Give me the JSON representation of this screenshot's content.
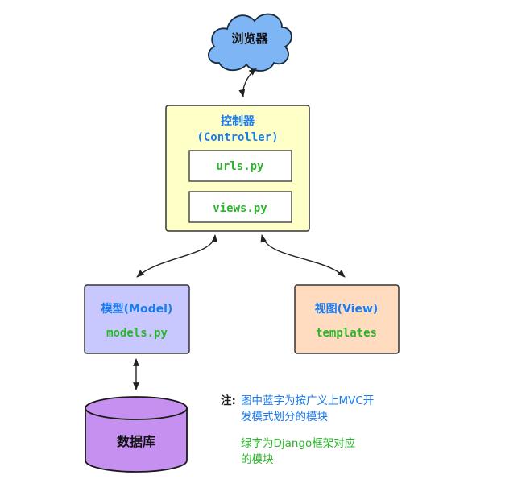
{
  "colors": {
    "blue_text": "#1a7cf2",
    "green_text": "#2ab52a",
    "dark_text": "#222222",
    "cloud_fill": "#7db5f5",
    "controller_fill": "#ffffc8",
    "model_fill": "#c8c8ff",
    "view_fill": "#ffdcc0",
    "db_fill": "#c690f0"
  },
  "browser": {
    "label": "浏览器"
  },
  "controller": {
    "title": "控制器",
    "subtitle": "(Controller)",
    "files": [
      "urls.py",
      "views.py"
    ]
  },
  "model": {
    "title": "模型(Model)",
    "file": "models.py"
  },
  "view": {
    "title": "视图(View)",
    "file": "templates"
  },
  "database": {
    "label": "数据库"
  },
  "note": {
    "prefix": "注:",
    "blue_lines": [
      "图中蓝字为按广义上MVC开",
      "发模式划分的模块"
    ],
    "green_lines": [
      "绿字为Django框架对应",
      "的模块"
    ]
  }
}
